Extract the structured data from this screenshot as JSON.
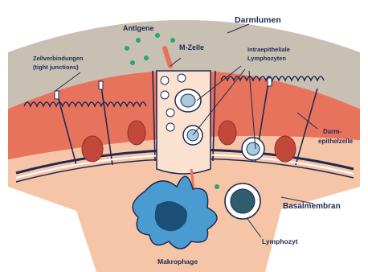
{
  "labels": {
    "darmlumen": "Darmlumen",
    "antigene": "Antigene",
    "m_zelle": "M-Zelle",
    "zellverbindungen": "Zellverbindungen",
    "tight_junctions": "(tight junctions)",
    "intraepitheliale": "Intraepitheliale",
    "lymphozyten": "Lymphozyten",
    "darm": "Darm-",
    "epithelzelle": "epithelzelle",
    "basalmembran": "Basalmembran",
    "lymphozyt": "Lymphozyt",
    "makrophage": "Makrophage"
  },
  "colors": {
    "lumen": "#c8c0b3",
    "epithel": "#e8735d",
    "lamina": "#f6c4a7",
    "macrophage": "#4a9bd0",
    "nucleus": "#1d4e76",
    "antigen": "#25a86b",
    "label": "#1f2a52"
  }
}
